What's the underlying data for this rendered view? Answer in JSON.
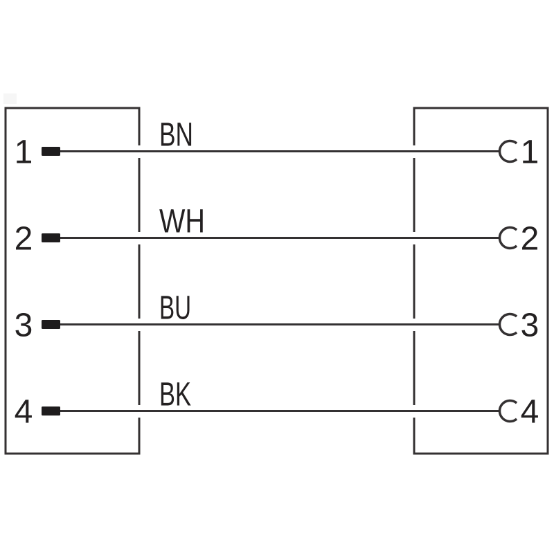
{
  "diagram": {
    "left_connector": {
      "contact_icon": "male-pin-icon",
      "pins": [
        "1",
        "2",
        "3",
        "4"
      ]
    },
    "right_connector": {
      "contact_icon": "female-socket-icon",
      "pins": [
        "1",
        "2",
        "3",
        "4"
      ]
    },
    "wires": [
      {
        "left_pin": "1",
        "color_code": "BN",
        "right_pin": "1"
      },
      {
        "left_pin": "2",
        "color_code": "WH",
        "right_pin": "2"
      },
      {
        "left_pin": "3",
        "color_code": "BU",
        "right_pin": "3"
      },
      {
        "left_pin": "4",
        "color_code": "BK",
        "right_pin": "4"
      }
    ],
    "colors": {
      "line": "#343132",
      "text": "#232021",
      "contact_fill": "#1e1c1d",
      "background": "#ffffff"
    }
  }
}
